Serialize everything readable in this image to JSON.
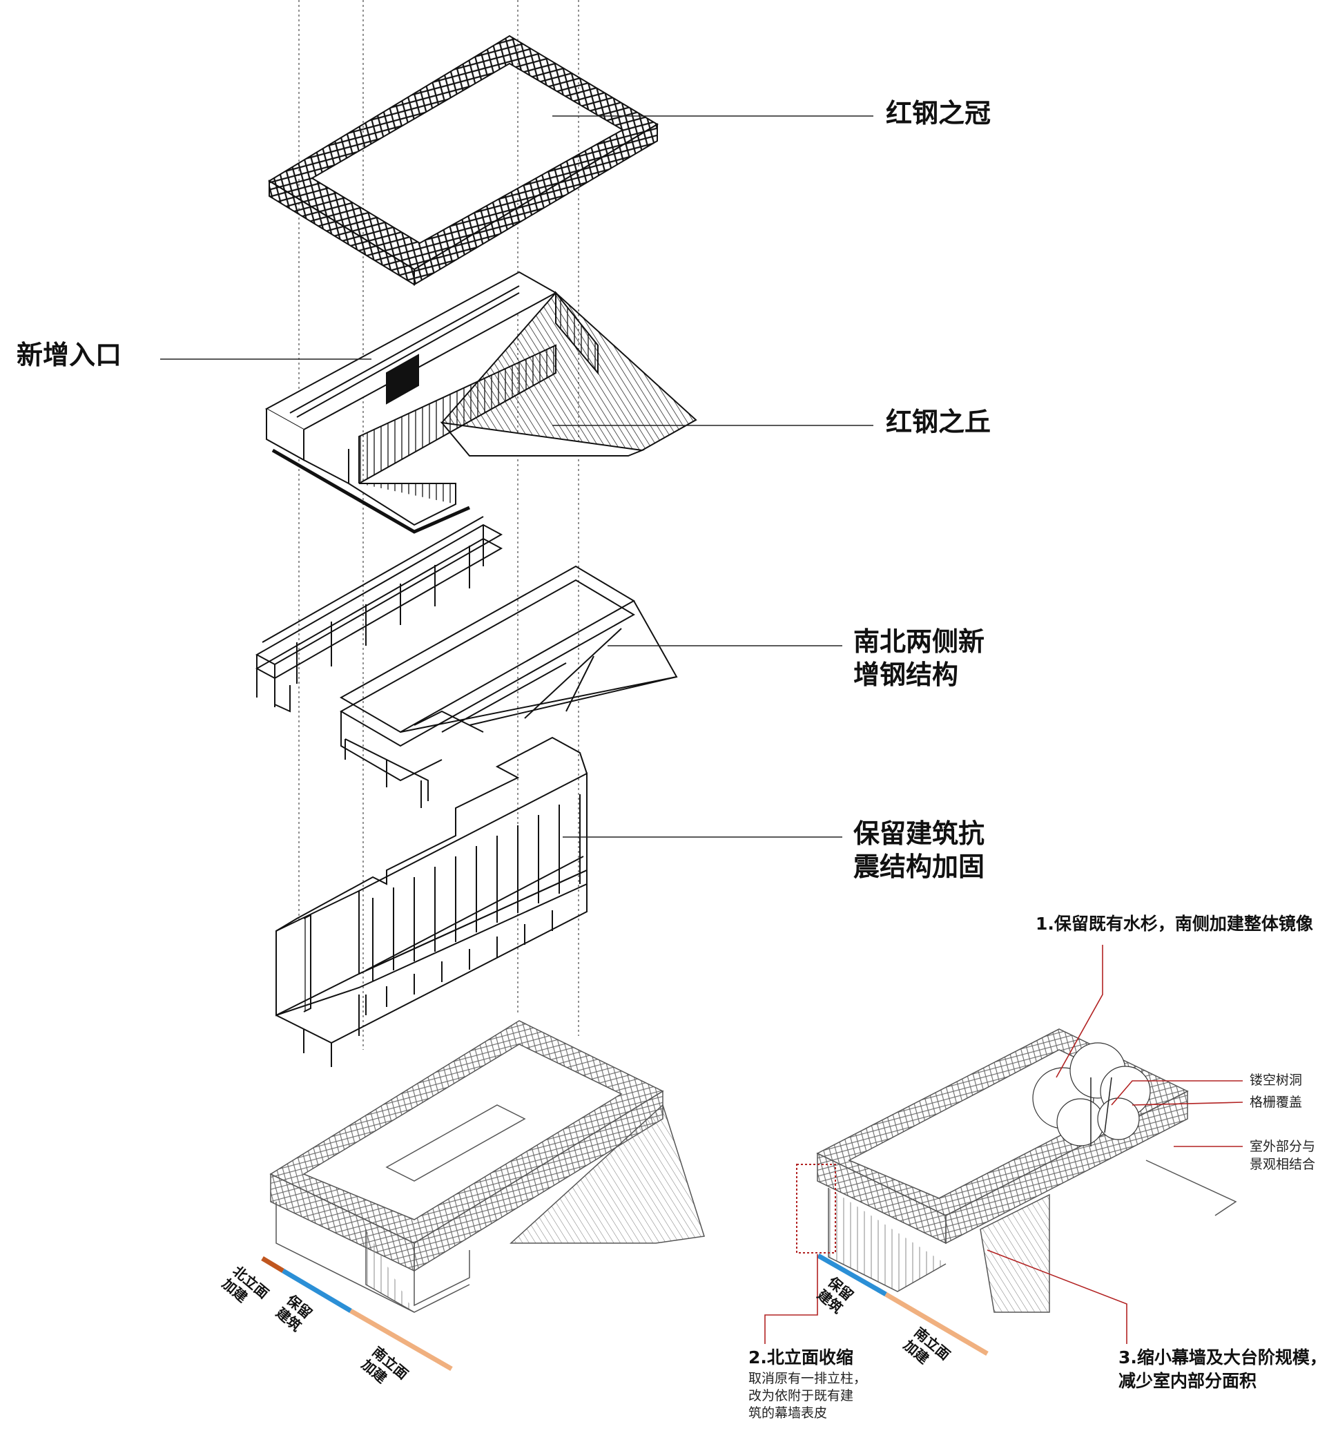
{
  "labels": {
    "crown": "红钢之冠",
    "new_entrance": "新增入口",
    "dune": "红钢之丘",
    "steel_line1": "南北两侧新",
    "steel_line2": "增钢结构",
    "reinforce_line1": "保留建筑抗",
    "reinforce_line2": "震结构加固"
  },
  "legend_left": {
    "north": [
      "北立面",
      "加建"
    ],
    "retained": [
      "保留",
      "建筑"
    ],
    "south": [
      "南立面",
      "加建"
    ]
  },
  "legend_right": {
    "retained": [
      "保留",
      "建筑"
    ],
    "south": [
      "南立面",
      "加建"
    ]
  },
  "annotations": {
    "note1": "1.保留既有水杉，南侧加建整体镜像",
    "hollow": "镂空树洞",
    "grid": "格栅覆盖",
    "outdoor1": "室外部分与",
    "outdoor2": "景观相结合",
    "note2_title": "2.北立面收缩",
    "note2_body1": "取消原有一排立柱，",
    "note2_body2": "改为依附于既有建",
    "note2_body3": "筑的幕墙表皮",
    "note3_line1": "3.缩小幕墙及大台阶规模，",
    "note3_line2": "减少室内部分面积"
  },
  "colors": {
    "north_band": "#c0561f",
    "retained_band": "#2b8fd6",
    "south_band": "#f0b07f",
    "annotation_red": "#b22222",
    "line": "#222222"
  }
}
